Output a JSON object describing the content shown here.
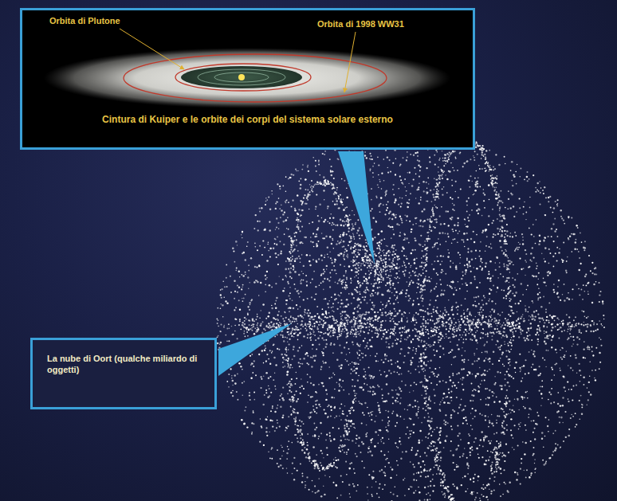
{
  "diagram": {
    "nodes": [
      {
        "text": [
          "Cintura di Kuiper e le orbite dei corpi del sistema solare esterno"
        ]
      },
      {
        "text": [
          "La nube di Oort (qualche miliardo di oggetti)"
        ]
      }
    ],
    "labels": [
      "Orbita di Plutone",
      "Orbita di 1998 WW31"
    ]
  }
}
